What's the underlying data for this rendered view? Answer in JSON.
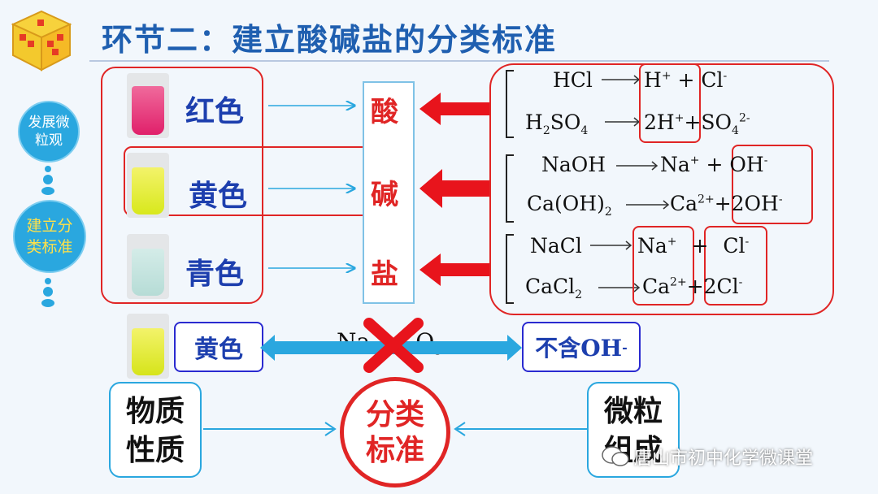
{
  "title": "环节二：建立酸碱盐的分类标准",
  "side": {
    "bubble1": "发展微粒观",
    "bubble2": "建立分类标准"
  },
  "colors": {
    "red": "红色",
    "yellow": "黄色",
    "cyan": "青色"
  },
  "categories": {
    "acid": "酸",
    "base": "碱",
    "salt": "盐"
  },
  "equations": {
    "hcl_l": "HCl",
    "hcl_a": "H",
    "hcl_a_sup": "+",
    "hcl_plus": "+",
    "hcl_b": "Cl",
    "hcl_b_sup": "-",
    "h2so4_l1": "H",
    "h2so4_l2": "2",
    "h2so4_l3": "SO",
    "h2so4_l4": "4",
    "h2so4_a": "2H",
    "h2so4_a_sup": "+",
    "h2so4_plus": "+",
    "h2so4_b": "SO",
    "h2so4_b_sub": "4",
    "h2so4_b_sup": "2-",
    "naoh_l": "NaOH",
    "naoh_a": "Na",
    "naoh_a_sup": "+",
    "naoh_plus": "+",
    "naoh_b": "OH",
    "naoh_b_sup": "-",
    "caoh_l": "Ca(OH)",
    "caoh_l_sub": "2",
    "caoh_a": "Ca",
    "caoh_a_sup": "2+",
    "caoh_plus": "+",
    "caoh_b": "2OH",
    "caoh_b_sup": "-",
    "nacl_l": "NaCl",
    "nacl_a": "Na",
    "nacl_a_sup": "+",
    "nacl_plus": "+",
    "nacl_b": "Cl",
    "nacl_b_sup": "-",
    "cacl_l": "CaCl",
    "cacl_l_sub": "2",
    "cacl_a": "Ca",
    "cacl_a_sup": "2+",
    "cacl_plus": "+",
    "cacl_b": "2Cl",
    "cacl_b_sup": "-"
  },
  "bottom_row": {
    "yellow": "黄色",
    "hidden_formula": "Na",
    "hidden_formula_tail": "O",
    "hidden_formula_sub": "3",
    "no_oh": "不含OH",
    "no_oh_sup": "-"
  },
  "footer": {
    "property": "物质性质",
    "criterion": "分类标准",
    "particle": "微粒组成",
    "watermark": "唐山市初中化学微课堂"
  },
  "palette": {
    "accent_blue": "#1f5fb0",
    "red": "#e02525",
    "arrow_blue": "#2aa7df"
  }
}
